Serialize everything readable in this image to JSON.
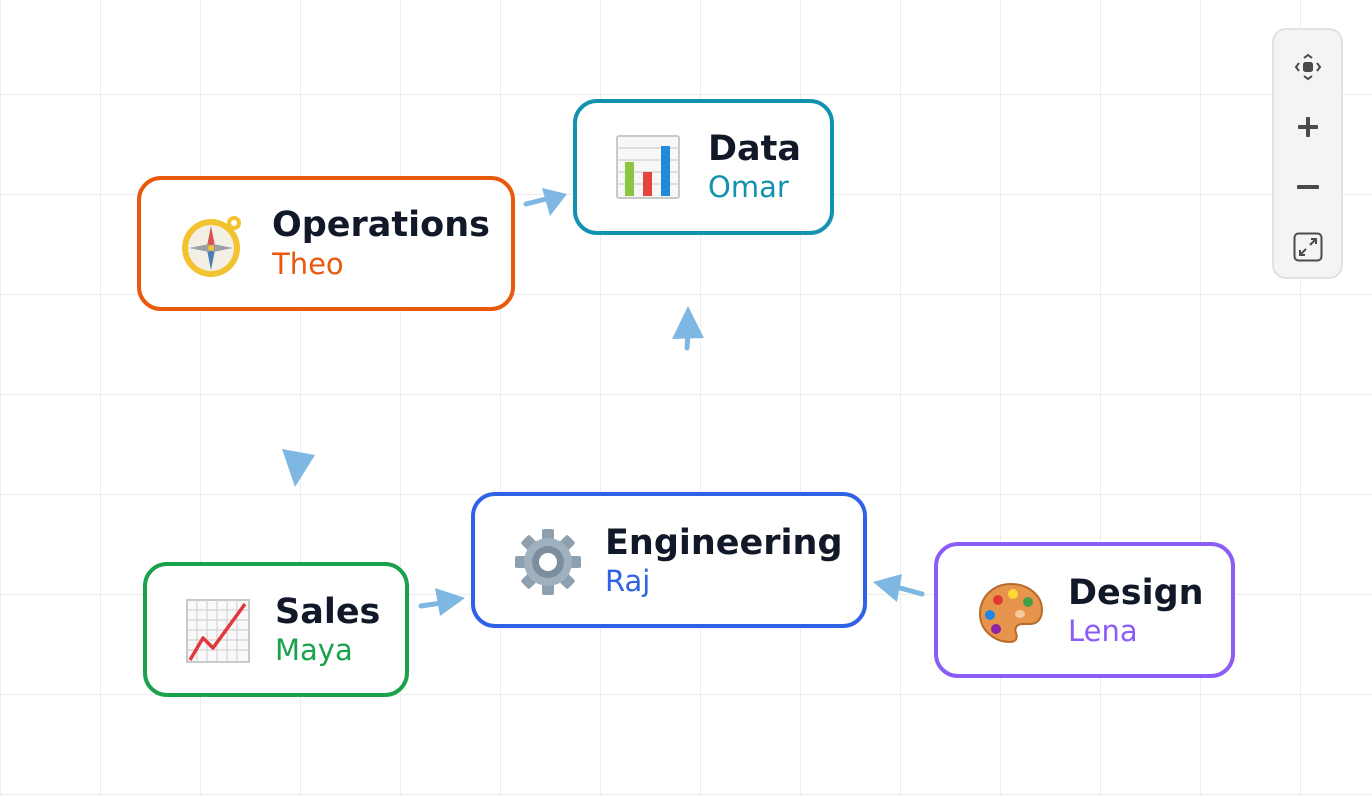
{
  "diagram": {
    "nodes": [
      {
        "id": "operations",
        "title": "Operations",
        "owner": "Theo",
        "icon": "compass-icon",
        "color": "#e8590c"
      },
      {
        "id": "data",
        "title": "Data",
        "owner": "Omar",
        "icon": "bar-chart-icon",
        "color": "#1392b0"
      },
      {
        "id": "sales",
        "title": "Sales",
        "owner": "Maya",
        "icon": "chart-increasing-icon",
        "color": "#1aa14b"
      },
      {
        "id": "engineering",
        "title": "Engineering",
        "owner": "Raj",
        "icon": "gear-icon",
        "color": "#2f62e6"
      },
      {
        "id": "design",
        "title": "Design",
        "owner": "Lena",
        "icon": "artist-palette-icon",
        "color": "#8b5cf6"
      }
    ],
    "edges": [
      {
        "from": "operations",
        "to": "data"
      },
      {
        "from": "operations",
        "to": "sales"
      },
      {
        "from": "sales",
        "to": "engineering"
      },
      {
        "from": "engineering",
        "to": "data"
      },
      {
        "from": "design",
        "to": "engineering"
      }
    ],
    "edge_color": "#7fb7e3"
  },
  "controls": {
    "buttons": [
      {
        "name": "recenter",
        "icon": "recenter-icon"
      },
      {
        "name": "zoom-in",
        "icon": "plus-icon"
      },
      {
        "name": "zoom-out",
        "icon": "minus-icon"
      },
      {
        "name": "fit-view",
        "icon": "fit-view-icon"
      }
    ]
  }
}
